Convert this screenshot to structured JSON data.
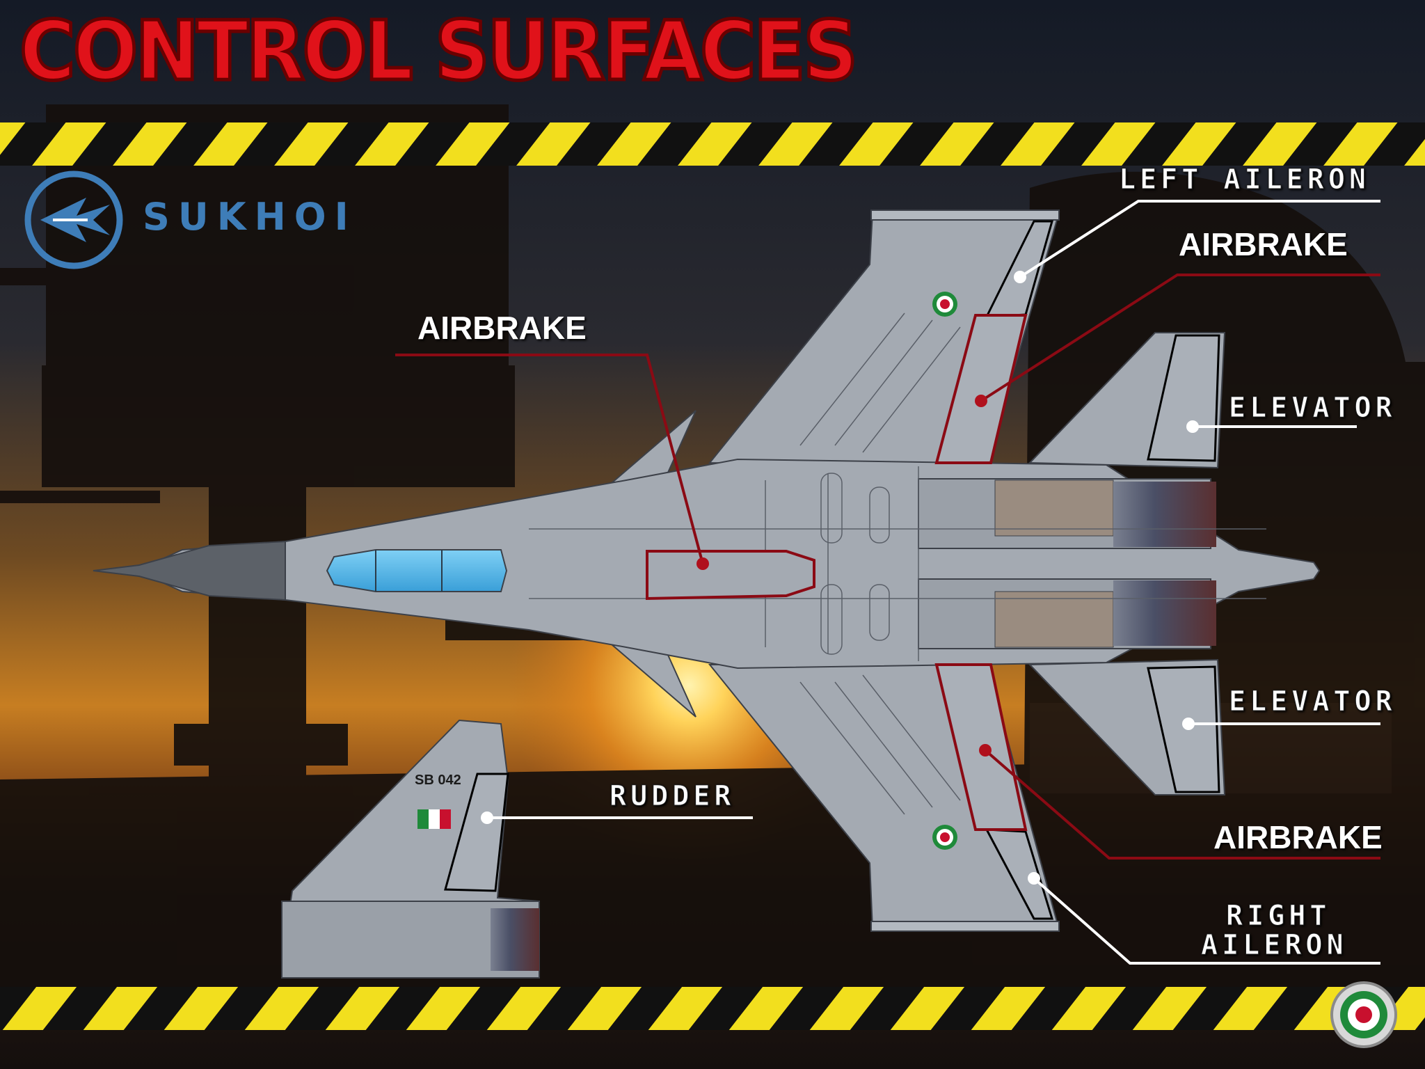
{
  "title": "CONTROL SURFACES",
  "brand": {
    "name": "SUKHOI",
    "color": "#3e7db8",
    "icon": "sukhoi-logo-icon"
  },
  "labels": {
    "left_aileron": "LEFT AILERON",
    "airbrake_top_right": "AIRBRAKE",
    "airbrake_center": "AIRBRAKE",
    "elevator_upper": "ELEVATOR",
    "elevator_lower": "ELEVATOR",
    "rudder": "RUDDER",
    "airbrake_bottom_right": "AIRBRAKE",
    "right_aileron_line1": "RIGHT",
    "right_aileron_line2": "AILERON"
  },
  "tail_code": "SB 042",
  "icons": [
    "sukhoi-logo-icon",
    "italian-roundel-icon",
    "italian-flag-icon"
  ],
  "colors": {
    "title_red": "#e0121a",
    "hazard_yellow": "#f2df1e",
    "airbrake_red": "#8b0a14",
    "leader_white": "#ffffff",
    "aircraft_grey": "#a4aab2",
    "canopy_blue": "#4fb3e8"
  }
}
